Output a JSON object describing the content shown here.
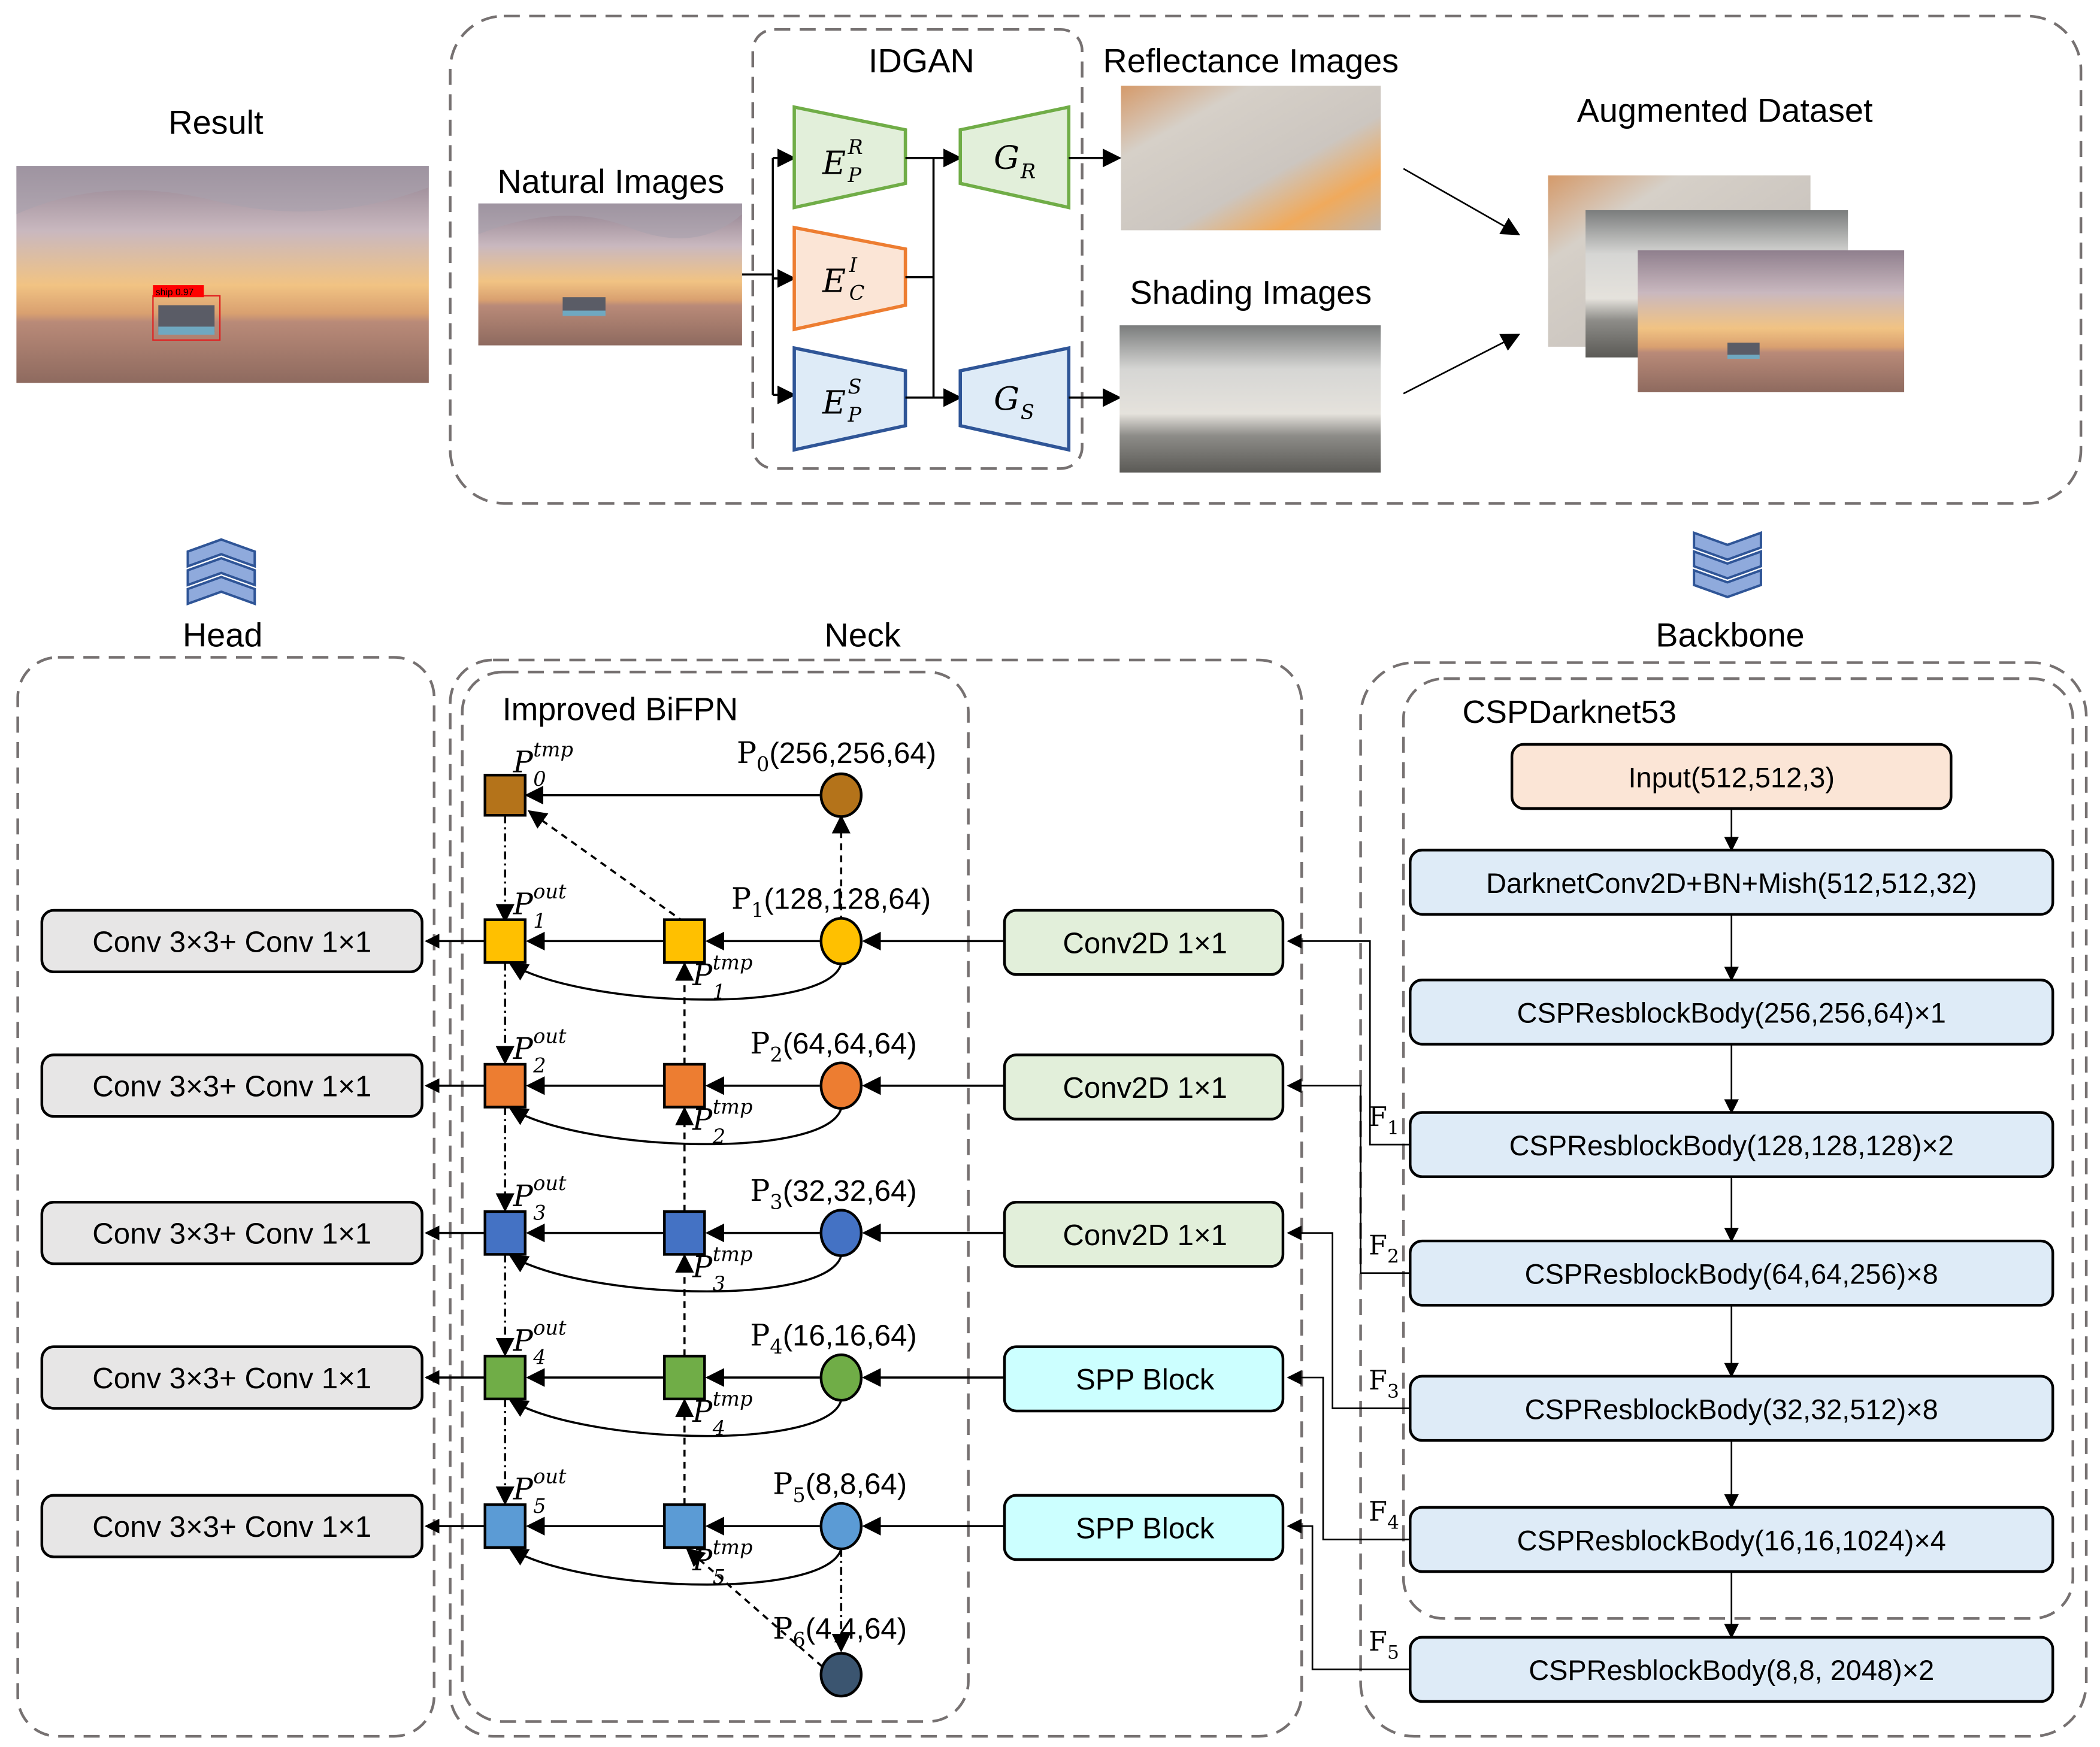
{
  "colors": {
    "green_fill": "#E2EFDA",
    "green_stroke": "#70AD47",
    "orange_fill": "#FBE5D6",
    "orange_stroke": "#ED7D31",
    "blue_fill": "#DEEBF7",
    "blue_stroke": "#2F5597",
    "head_box": "#E7E6E6",
    "conv_box": "#E2EFDA",
    "spp_box": "#CCFFFF",
    "input_box": "#FBE5D6",
    "backbone_box": "#DEEBF7",
    "dashed_border": "#767171",
    "chevron_fill": "#8FAADC",
    "chevron_stroke": "#2F5597",
    "level_colors": [
      "#B4731A",
      "#FFC000",
      "#ED7D31",
      "#4472C4",
      "#70AD47",
      "#5B9BD5",
      "#3B5570"
    ]
  },
  "top": {
    "result_title": "Result",
    "detection_label": "ship 0.97",
    "natural_images_title": "Natural Images",
    "idgan_title": "IDGAN",
    "encoders": [
      {
        "base": "E",
        "sup": "R",
        "sub": "P",
        "color": "green"
      },
      {
        "base": "E",
        "sup": "I",
        "sub": "C",
        "color": "orange"
      },
      {
        "base": "E",
        "sup": "S",
        "sub": "P",
        "color": "blue"
      }
    ],
    "generators": [
      {
        "base": "G",
        "sub": "R",
        "color": "green"
      },
      {
        "base": "G",
        "sub": "S",
        "color": "blue"
      }
    ],
    "reflectance_title": "Reflectance Images",
    "shading_title": "Shading Images",
    "augmented_title": "Augmented Dataset"
  },
  "sections": {
    "head": "Head",
    "neck": "Neck",
    "backbone": "Backbone"
  },
  "head": {
    "blocks": [
      "Conv 3×3+ Conv 1×1",
      "Conv 3×3+ Conv 1×1",
      "Conv 3×3+ Conv 1×1",
      "Conv 3×3+ Conv 1×1",
      "Conv 3×3+ Conv 1×1"
    ]
  },
  "neck": {
    "title": "Improved BiFPN",
    "levels": [
      {
        "p": "P",
        "idx": "0",
        "dims": "(256,256,64)"
      },
      {
        "p": "P",
        "idx": "1",
        "dims": "(128,128,64)"
      },
      {
        "p": "P",
        "idx": "2",
        "dims": "(64,64,64)"
      },
      {
        "p": "P",
        "idx": "3",
        "dims": "(32,32,64)"
      },
      {
        "p": "P",
        "idx": "4",
        "dims": "(16,16,64)"
      },
      {
        "p": "P",
        "idx": "5",
        "dims": "(8,8,64)"
      },
      {
        "p": "P",
        "idx": "6",
        "dims": "(4,4,64)"
      }
    ],
    "tmp_sup": "tmp",
    "out_sup": "out",
    "tmp_labels": [
      "0",
      "1",
      "2",
      "3",
      "4",
      "5"
    ],
    "out_labels": [
      "1",
      "2",
      "3",
      "4",
      "5"
    ],
    "lateral_blocks": [
      "Conv2D 1×1",
      "Conv2D 1×1",
      "Conv2D 1×1",
      "SPP Block",
      "SPP Block"
    ]
  },
  "backbone": {
    "title": "CSPDarknet53",
    "blocks": [
      "Input(512,512,3)",
      "DarknetConv2D+BN+Mish(512,512,32)",
      "CSPResblockBody(256,256,64)×1",
      "CSPResblockBody(128,128,128)×2",
      "CSPResblockBody(64,64,256)×8",
      "CSPResblockBody(32,32,512)×8",
      "CSPResblockBody(16,16,1024)×4",
      "CSPResblockBody(8,8, 2048)×2"
    ],
    "feature_labels": [
      {
        "f": "F",
        "idx": "1"
      },
      {
        "f": "F",
        "idx": "2"
      },
      {
        "f": "F",
        "idx": "3"
      },
      {
        "f": "F",
        "idx": "4"
      },
      {
        "f": "F",
        "idx": "5"
      }
    ]
  }
}
